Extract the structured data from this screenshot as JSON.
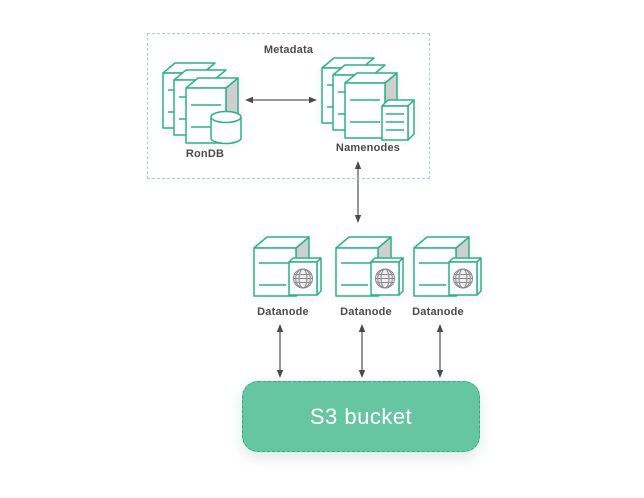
{
  "diagram": {
    "metadata_group": {
      "title": "Metadata",
      "nodes": [
        {
          "id": "rondb",
          "label": "RonDB",
          "icon": "database-stack-icon"
        },
        {
          "id": "namenodes",
          "label": "Namenodes",
          "icon": "server-stack-icon"
        }
      ]
    },
    "datanodes": [
      {
        "label": "Datanode",
        "icon": "server-globe-icon"
      },
      {
        "label": "Datanode",
        "icon": "server-globe-icon"
      },
      {
        "label": "Datanode",
        "icon": "server-globe-icon"
      }
    ],
    "storage": {
      "label": "S3 bucket"
    },
    "edges": [
      {
        "from": "RonDB",
        "to": "Namenodes",
        "style": "double-headed-arrow"
      },
      {
        "from": "Namenodes",
        "to": "Datanodes",
        "style": "double-headed-arrow"
      },
      {
        "from": "Datanode-1",
        "to": "S3 bucket",
        "style": "double-headed-arrow"
      },
      {
        "from": "Datanode-2",
        "to": "S3 bucket",
        "style": "double-headed-arrow"
      },
      {
        "from": "Datanode-3",
        "to": "S3 bucket",
        "style": "double-headed-arrow"
      }
    ],
    "colors": {
      "icon_green": "#2eb284",
      "icon_side_gray": "#cfcfcf",
      "globe_gray": "#8d8d8d",
      "label_text": "#4b4b4b",
      "arrow": "#4f4f4f",
      "metadata_border": "#abc7e9",
      "s3_fill": "#67c6a2",
      "s3_border": "#2fae85",
      "s3_text": "#ffffff"
    }
  }
}
